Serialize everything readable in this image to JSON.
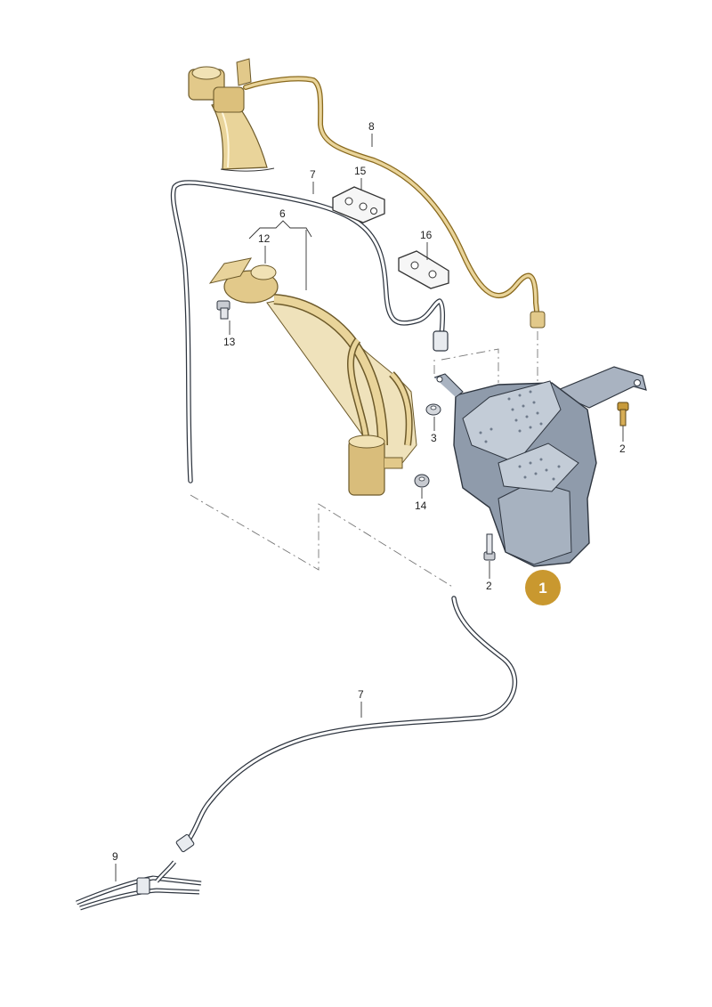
{
  "callouts": {
    "c1": "1",
    "c2a": "2",
    "c2b": "2",
    "c3": "3",
    "c6": "6",
    "c7a": "7",
    "c7b": "7",
    "c8": "8",
    "c9": "9",
    "c12": "12",
    "c13": "13",
    "c14": "14",
    "c15": "15",
    "c16": "16"
  },
  "colors": {
    "highlight_badge": "#c9982f",
    "highlighted_part": "#e9d49a",
    "canister": "#8f9bab",
    "line": "#2f3640"
  },
  "icons": {
    "canister": "charcoal-canister-icon",
    "filler_neck": "fuel-filler-neck-icon",
    "valve": "purge-valve-icon",
    "clip": "pipe-clip-icon",
    "bolt": "bolt-icon",
    "nut": "nut-icon"
  }
}
